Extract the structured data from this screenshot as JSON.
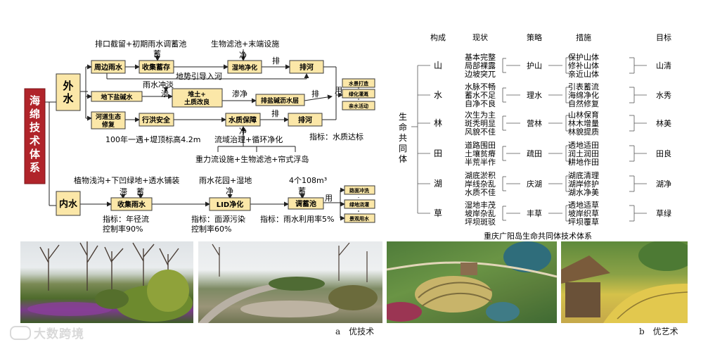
{
  "left_diagram": {
    "title": "海绵技术体系",
    "outer_water": {
      "label": "外水",
      "row1": {
        "top_label_left": "排口截留+初期雨水调蓄池",
        "top_label_right": "生物滤池+末端设施",
        "box1": "周边雨水",
        "box2": "收集蓄存",
        "box3": "湿地净化",
        "box4": "排河",
        "lbl_store": "蓄",
        "lbl_clean": "净",
        "lbl_drain": "排",
        "under_label": "地势引导入河"
      },
      "row2": {
        "top_label": "雨水冲淡",
        "lbl_seep": "渗",
        "box1": "地下盐碱水",
        "box2": "堆土+\n土质改良",
        "box3": "排盐碱沥水层",
        "lbl_seep_clean": "渗净",
        "lbl_drain": "排"
      },
      "row3": {
        "box1": "河道生态\n修复",
        "box2": "行洪安全",
        "box3": "水质保障",
        "box4": "排河",
        "lbl_drain": "排",
        "lbl_clean": "净",
        "under_label_left": "100年一遇+堤顶标高4.2m",
        "under_label_mid": "流域治理+循环净化",
        "under_label_2": "重力流设施+生物滤池+帘式浮岛",
        "indicator": "指标：水质达标"
      },
      "use_label": "用",
      "uses": [
        "水景打造",
        "绿化灌溉",
        "亲水活动"
      ]
    },
    "inner_water": {
      "label": "内水",
      "top_label_left": "植物浅沟+下凹绿地+透水铺装",
      "top_label_mid": "雨水花园+湿地",
      "top_label_right": "4个108m³",
      "box1": "收集雨水",
      "box2": "LID净化",
      "box3": "调蓄池",
      "lbl_stagnate": "滞",
      "lbl_store": "蓄",
      "lbl_clean": "净",
      "lbl_store2": "蓄",
      "indicator1": "指标：年径流\n控制率90%",
      "indicator2": "指标：面源污染\n控制率60%",
      "indicator3": "指标：雨水利用率5%",
      "use_label": "用",
      "uses": [
        "路面冲洗",
        "绿地浇灌",
        "景观用水"
      ]
    }
  },
  "right_table": {
    "headers": [
      "构成",
      "现状",
      "策略",
      "措施",
      "目标"
    ],
    "center_label": "生命共同体",
    "rows": [
      {
        "element": "山",
        "status": [
          "基本完整",
          "局部裸露",
          "边坡突兀"
        ],
        "strategy": "护山",
        "measures": [
          "保护山体",
          "修补山体",
          "亲近山体"
        ],
        "goal": "山清"
      },
      {
        "element": "水",
        "status": [
          "水脉不畅",
          "蓄水不足",
          "自净不良"
        ],
        "strategy": "理水",
        "measures": [
          "引表蓄流",
          "海绵净化",
          "自然修复"
        ],
        "goal": "水秀"
      },
      {
        "element": "林",
        "status": [
          "次生为主",
          "斑秃明显",
          "风貌不佳"
        ],
        "strategy": "营林",
        "measures": [
          "山林保育",
          "林木增量",
          "林貌提质"
        ],
        "goal": "林美"
      },
      {
        "element": "田",
        "status": [
          "道路围田",
          "土壤贫瘠",
          "半荒半作"
        ],
        "strategy": "疏田",
        "measures": [
          "透地适田",
          "润土润田",
          "耕地作田"
        ],
        "goal": "田良"
      },
      {
        "element": "湖",
        "status": [
          "湖底淤积",
          "岸线杂乱",
          "水质不佳"
        ],
        "strategy": "庆湖",
        "measures": [
          "湖底清理",
          "湖岸修护",
          "湖水净美"
        ],
        "goal": "湖净"
      },
      {
        "element": "草",
        "status": [
          "湿地丰茂",
          "坡岸杂乱",
          "坪坝斑驳"
        ],
        "strategy": "丰草",
        "measures": [
          "透地适草",
          "坡岸织草",
          "坪坝覆草"
        ],
        "goal": "草绿"
      }
    ],
    "caption": "重庆广阳岛生命共同体技术体系"
  },
  "photos": {
    "caption_a": "a　优技术",
    "caption_b": "b　优艺术"
  },
  "watermark": "大数跨境",
  "colors": {
    "box_fill": "#fbe7a8",
    "box_stroke": "#3a3a3a",
    "title_red": "#b0242a"
  }
}
